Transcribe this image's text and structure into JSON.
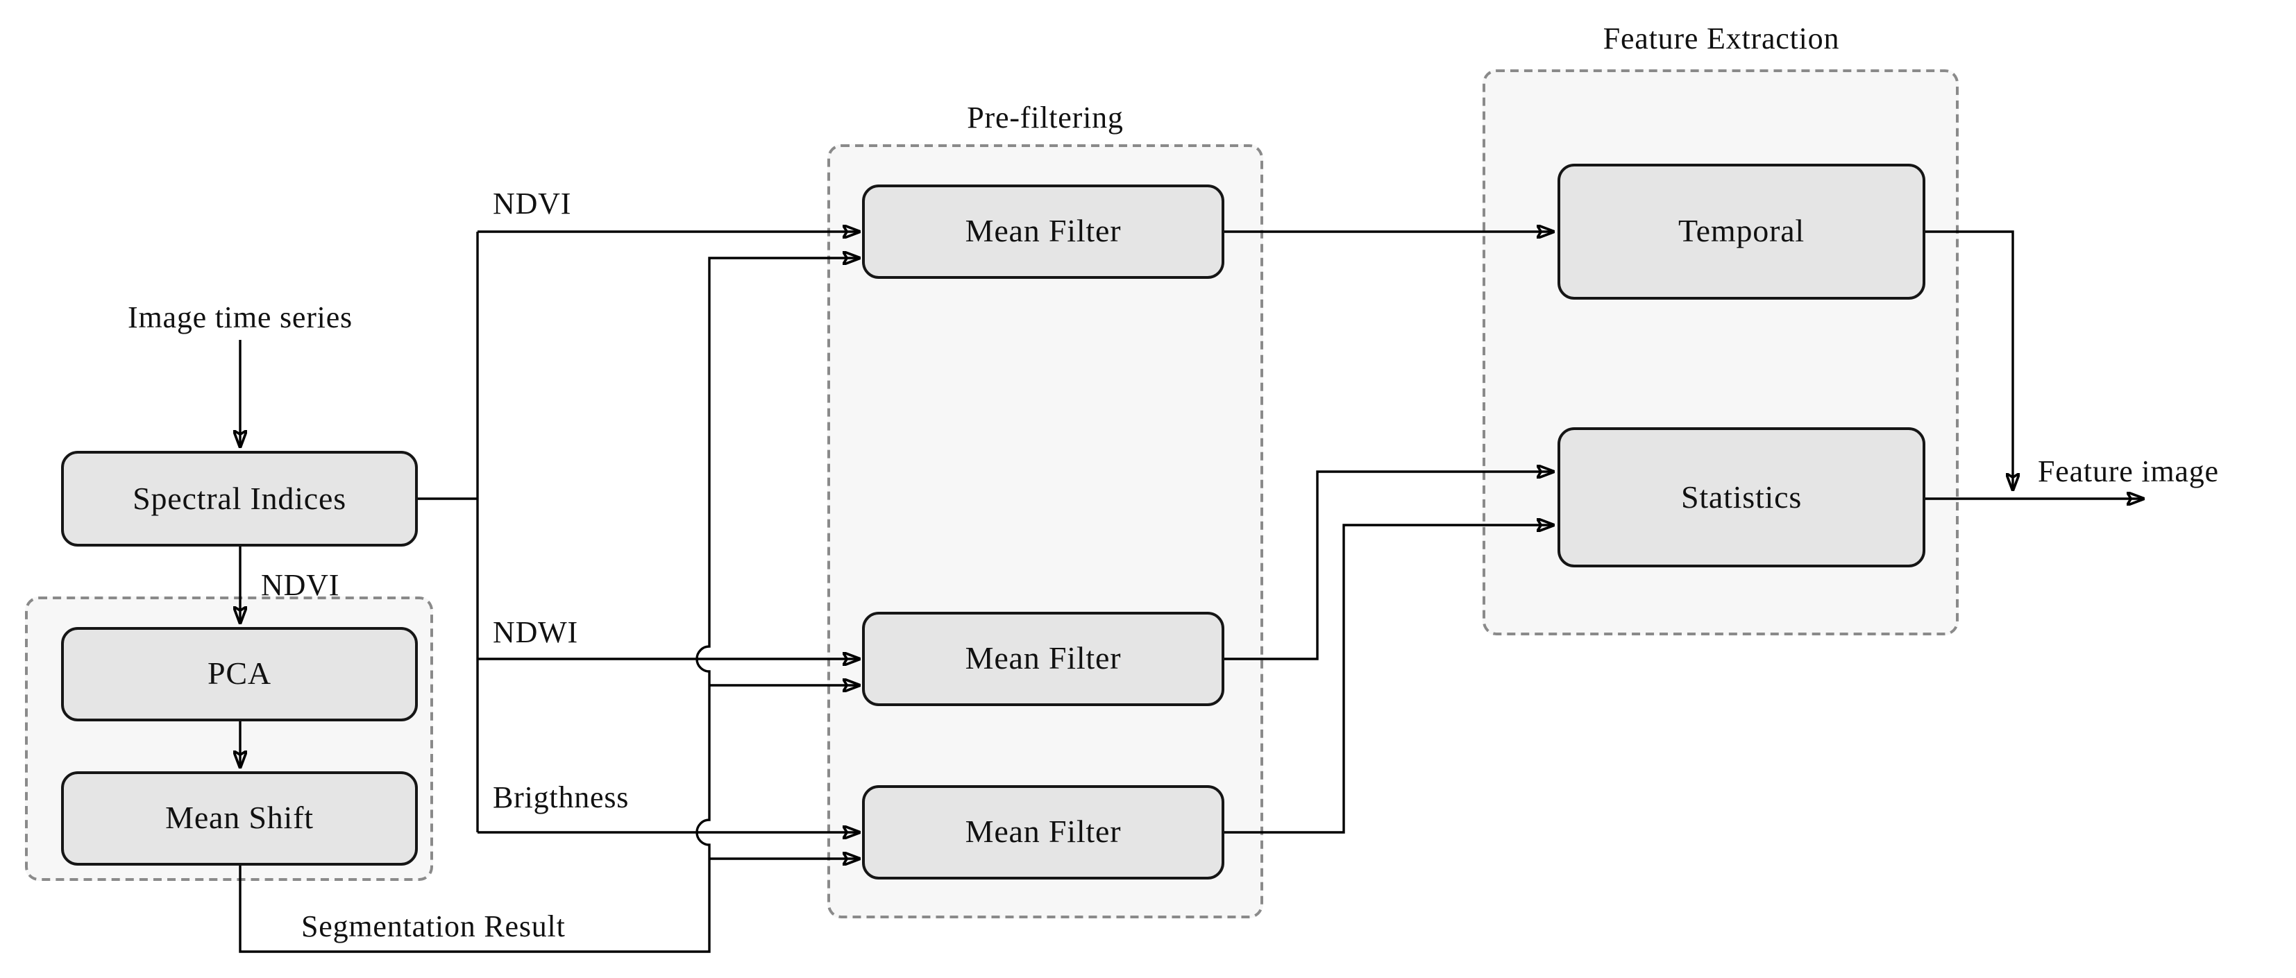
{
  "nodes": {
    "spectral_indices": "Spectral Indices",
    "pca": "PCA",
    "mean_shift": "Mean Shift",
    "mean_filter_1": "Mean Filter",
    "mean_filter_2": "Mean Filter",
    "mean_filter_3": "Mean Filter",
    "temporal": "Temporal",
    "statistics": "Statistics"
  },
  "groups": {
    "pre_filtering": "Pre-filtering",
    "feature_extraction": "Feature Extraction"
  },
  "edge_labels": {
    "input": "Image time series",
    "ndvi_to_pca": "NDVI",
    "ndvi": "NDVI",
    "ndwi": "NDWI",
    "brightness": "Brigthness",
    "segmentation_result": "Segmentation Result",
    "feature_image": "Feature image"
  },
  "colors": {
    "background": "#ffffff",
    "node_fill": "#e5e5e5",
    "node_border": "#161616",
    "group_fill": "#f7f7f7",
    "group_border": "#8a8a8a",
    "line": "#000000",
    "text": "#111111"
  }
}
